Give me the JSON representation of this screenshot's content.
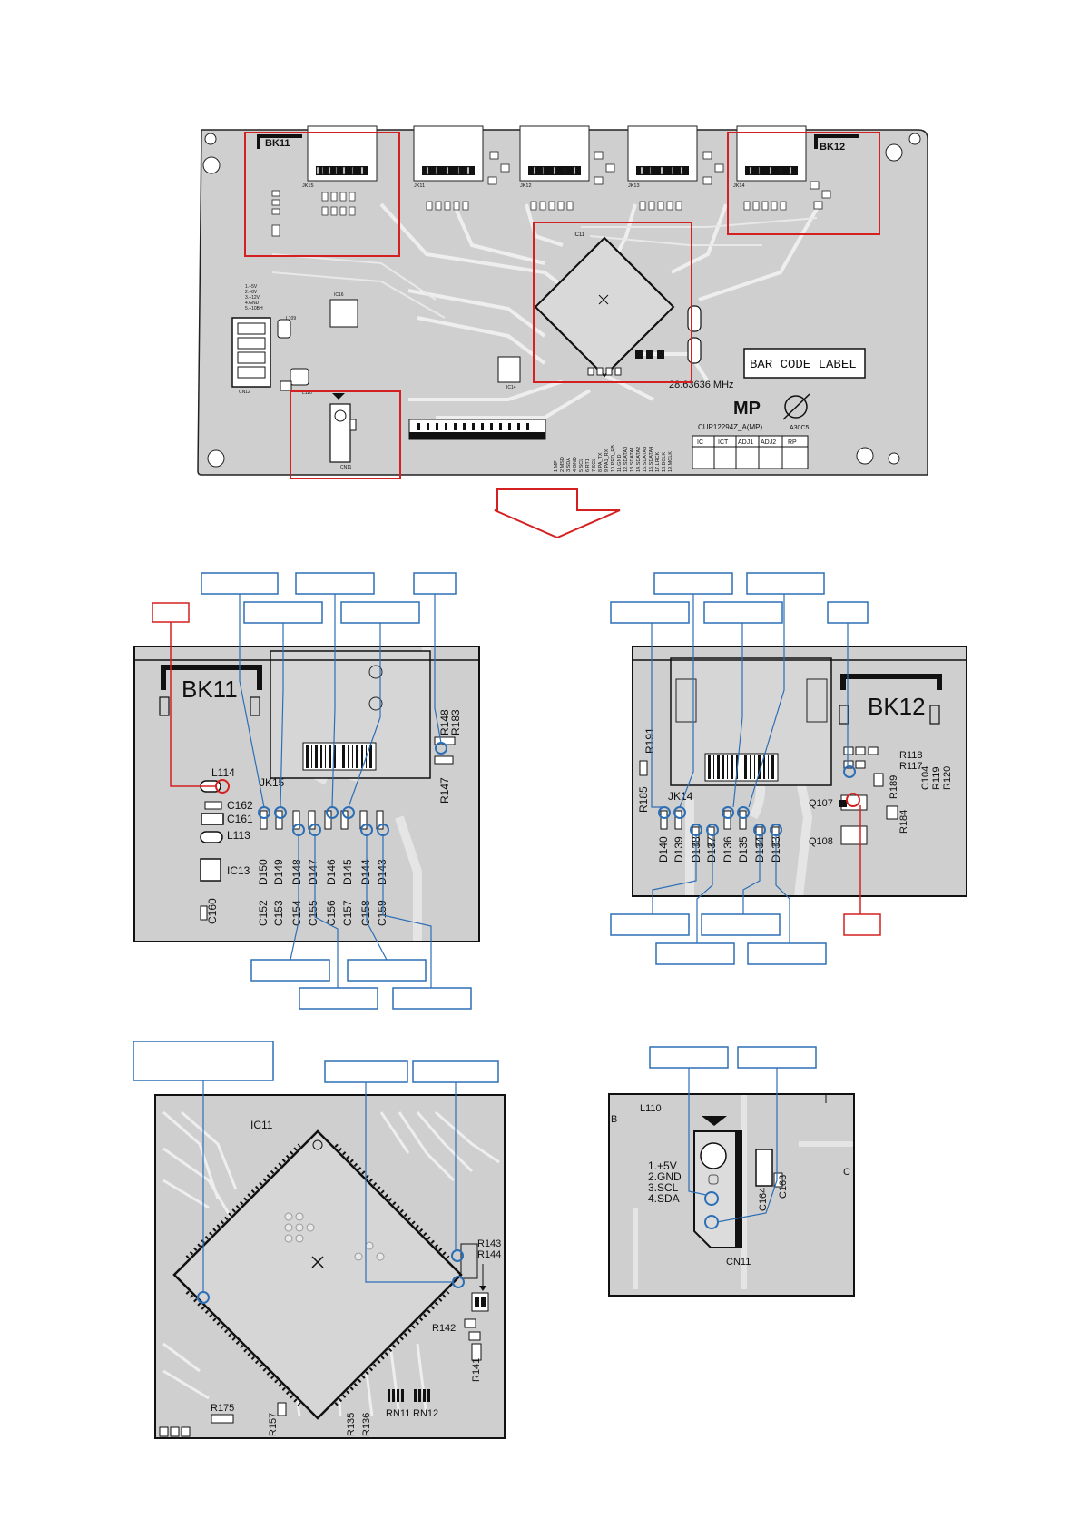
{
  "overview": {
    "board_labels": {
      "bk11": "BK11",
      "bk12": "BK12",
      "barcode": "BAR CODE LABEL",
      "crystal": "28.63636 MHz",
      "mp": "MP",
      "part_no": "CUP12294Z_A(MP)",
      "stamp": "A30C5",
      "ic11": "IC11",
      "cn11": "CN11",
      "cn12": "CN12",
      "ic14": "IC14",
      "l109": "L109",
      "l110": "L110",
      "ic16": "IC16"
    },
    "power_pins": [
      "1.+5V",
      "2.+8V",
      "3.+12V",
      "4.GND",
      "5.+10BH"
    ],
    "table_headers": [
      "IC",
      "ICT",
      "ADJ1",
      "ADJ2",
      "RP"
    ],
    "connector_pins": [
      "1.MP",
      "2.MSD",
      "3.SDA",
      "4.GND",
      "5.SCL",
      "6.RT1",
      "7.SCL",
      "8.PA_TX",
      "9.PA1_RX",
      "10.PRD_RB",
      "11.GND",
      "12.SDATA0",
      "13.SDATA1",
      "14.SDATA2",
      "15.SDATA3",
      "16.SDATA4",
      "17.LRCK",
      "18.BCLK",
      "19.MCLK"
    ],
    "jacks": [
      "JK15",
      "JK11",
      "JK12",
      "JK13",
      "JK14"
    ]
  },
  "zoom_bk11": {
    "title": "BK11",
    "labels": {
      "l114": "L114",
      "jk15": "JK15",
      "c162": "C162",
      "c161": "C161",
      "l113": "L113",
      "ic13": "IC13",
      "c160": "C160",
      "r148": "R148",
      "r183": "R183",
      "r147": "R147"
    },
    "rotated_labels": [
      "C152",
      "D150",
      "C153",
      "D149",
      "C154",
      "D148",
      "C155",
      "D147",
      "C156",
      "D146",
      "C157",
      "D145",
      "C158",
      "D144",
      "C159",
      "D143"
    ]
  },
  "zoom_bk12": {
    "title": "BK12",
    "labels": {
      "r191": "R191",
      "r185": "R185",
      "jk14": "JK14",
      "r118": "R118",
      "r117": "R117",
      "c104": "C104",
      "r119": "R119",
      "r120": "R120",
      "r189": "R189",
      "q107": "Q107",
      "r184": "R184",
      "q108": "Q108"
    },
    "rotated_labels": [
      "D140",
      "D139",
      "D138",
      "D137",
      "D136",
      "D135",
      "D134",
      "D133"
    ]
  },
  "zoom_ic11": {
    "labels": {
      "ic11": "IC11",
      "r143": "R143",
      "r144": "R144",
      "r142": "R142",
      "r141": "R141",
      "r175": "R175",
      "r157": "R157",
      "r135": "R135",
      "r136": "R136",
      "rn11": "RN11",
      "rn12": "RN12"
    }
  },
  "zoom_cn11": {
    "labels": {
      "l110": "L110",
      "cn11": "CN11",
      "c164": "C164",
      "c163": "C163",
      "b": "B",
      "c": "C"
    },
    "pins": [
      "1.+5V",
      "2.GND",
      "3.SCL",
      "4.SDA"
    ]
  },
  "colors": {
    "board": "#cfcfcf",
    "trace": "#eeeeee",
    "highlight_red": "#d42020",
    "callout_blue": "#2d6fb5",
    "ink": "#111111"
  }
}
